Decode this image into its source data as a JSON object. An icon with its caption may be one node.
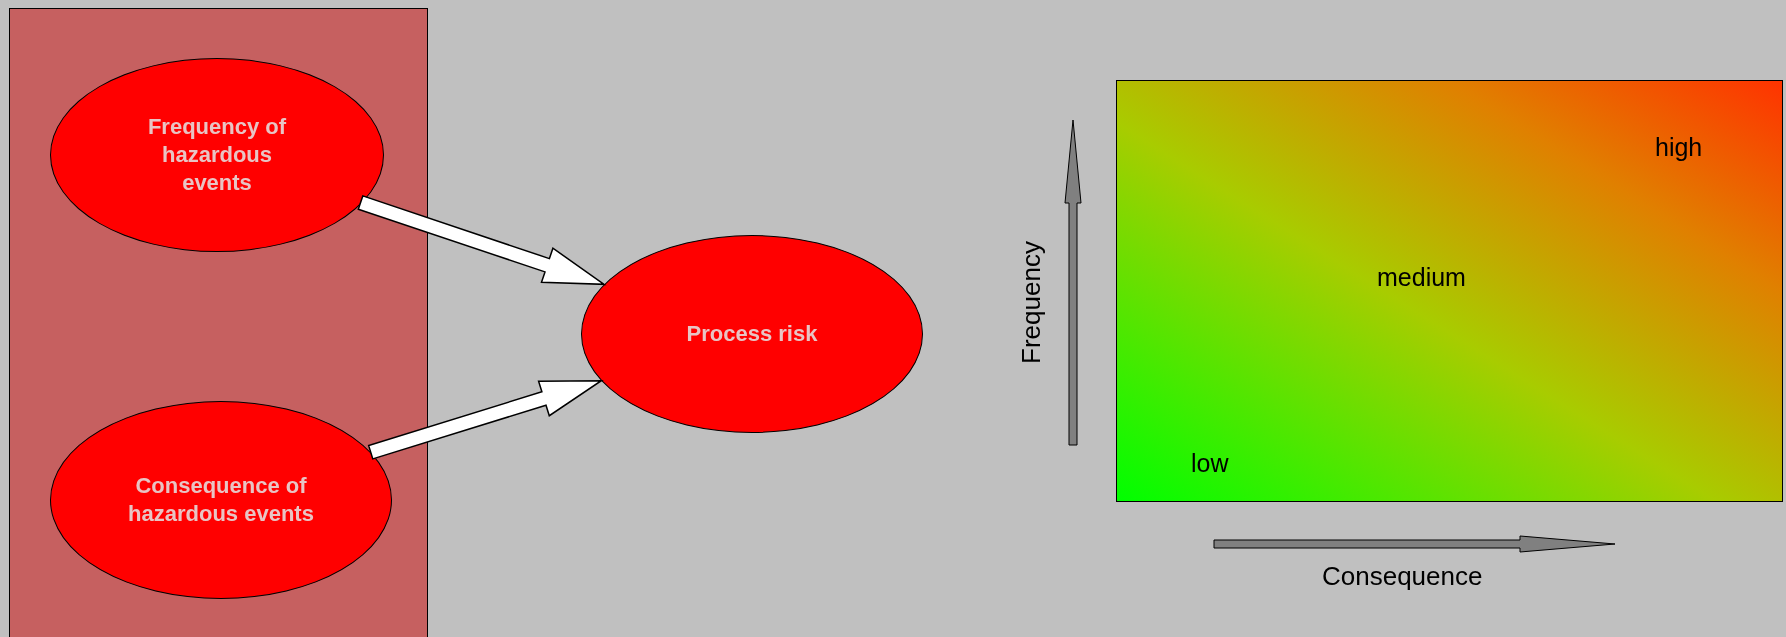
{
  "diagram": {
    "nodes": [
      {
        "text": [],
        "shape": "box"
      },
      {
        "text": [
          "Frequency of hazardous events"
        ],
        "in": 0
      },
      {
        "text": [
          "Consequence of hazardous events"
        ],
        "in": 0
      },
      {
        "text": [
          "Process risk"
        ]
      },
      {
        "text": [
          "high",
          "medium",
          "low"
        ]
      }
    ],
    "edges": [
      {
        "from": 1,
        "to": 3,
        "arrow": "to"
      },
      {
        "from": 2,
        "to": 3,
        "arrow": "to"
      }
    ],
    "labels": [
      "Frequency",
      "Consequence"
    ]
  }
}
